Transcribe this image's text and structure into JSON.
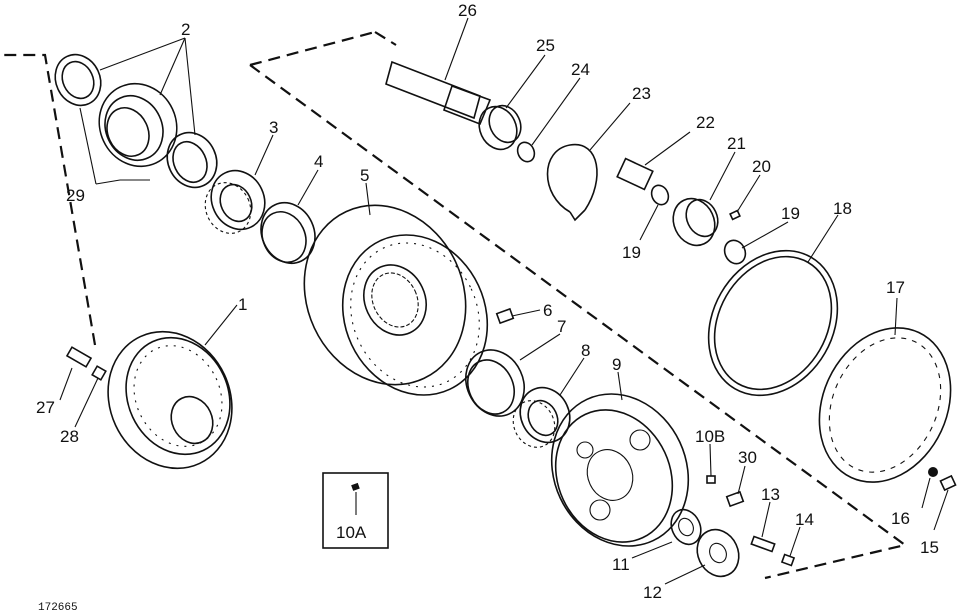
{
  "figure_id": "172665",
  "callouts": [
    "1",
    "2",
    "3",
    "4",
    "5",
    "6",
    "7",
    "8",
    "9",
    "10A",
    "10B",
    "11",
    "12",
    "13",
    "14",
    "15",
    "16",
    "17",
    "18",
    "19",
    "19",
    "20",
    "21",
    "22",
    "23",
    "24",
    "25",
    "26",
    "27",
    "28",
    "29",
    "30"
  ]
}
